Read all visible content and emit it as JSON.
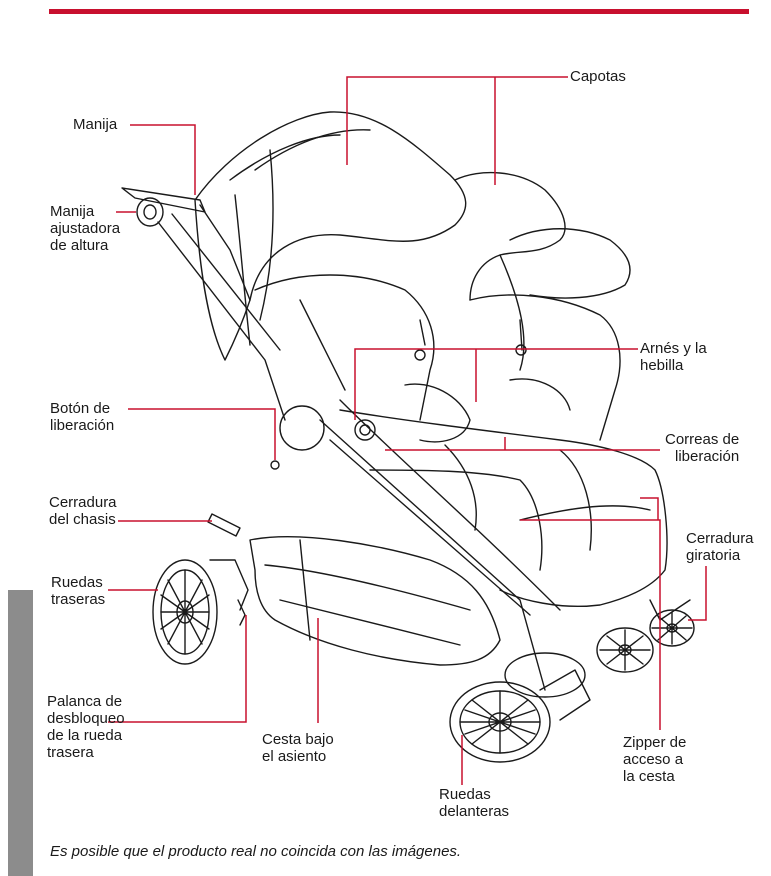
{
  "labels": {
    "capotas": "Capotas",
    "manija": "Manija",
    "manija_ajustadora": "Manija\najustadora\nde altura",
    "arnes": "Arnés y la\nhebilla",
    "boton_liberacion": "Botón de\nliberación",
    "correas_liberacion": "Correas de\nliberación",
    "cerradura_chasis": "Cerradura\ndel chasis",
    "cerradura_giratoria": "Cerradura\ngiratoria",
    "ruedas_traseras": "Ruedas\ntraseras",
    "palanca_desbloqueo": "Palanca de\ndesbloqueo\nde la rueda\ntrasera",
    "cesta": "Cesta bajo\nel asiento",
    "ruedas_delanteras": "Ruedas\ndelanteras",
    "zipper": "Zipper de\nacceso a\nla cesta"
  },
  "disclaimer": "Es posible que el producto real no coincida con las imágenes.",
  "colors": {
    "accent": "#c8102e",
    "tab": "#8c8c8c",
    "ink": "#1a1a1a"
  }
}
